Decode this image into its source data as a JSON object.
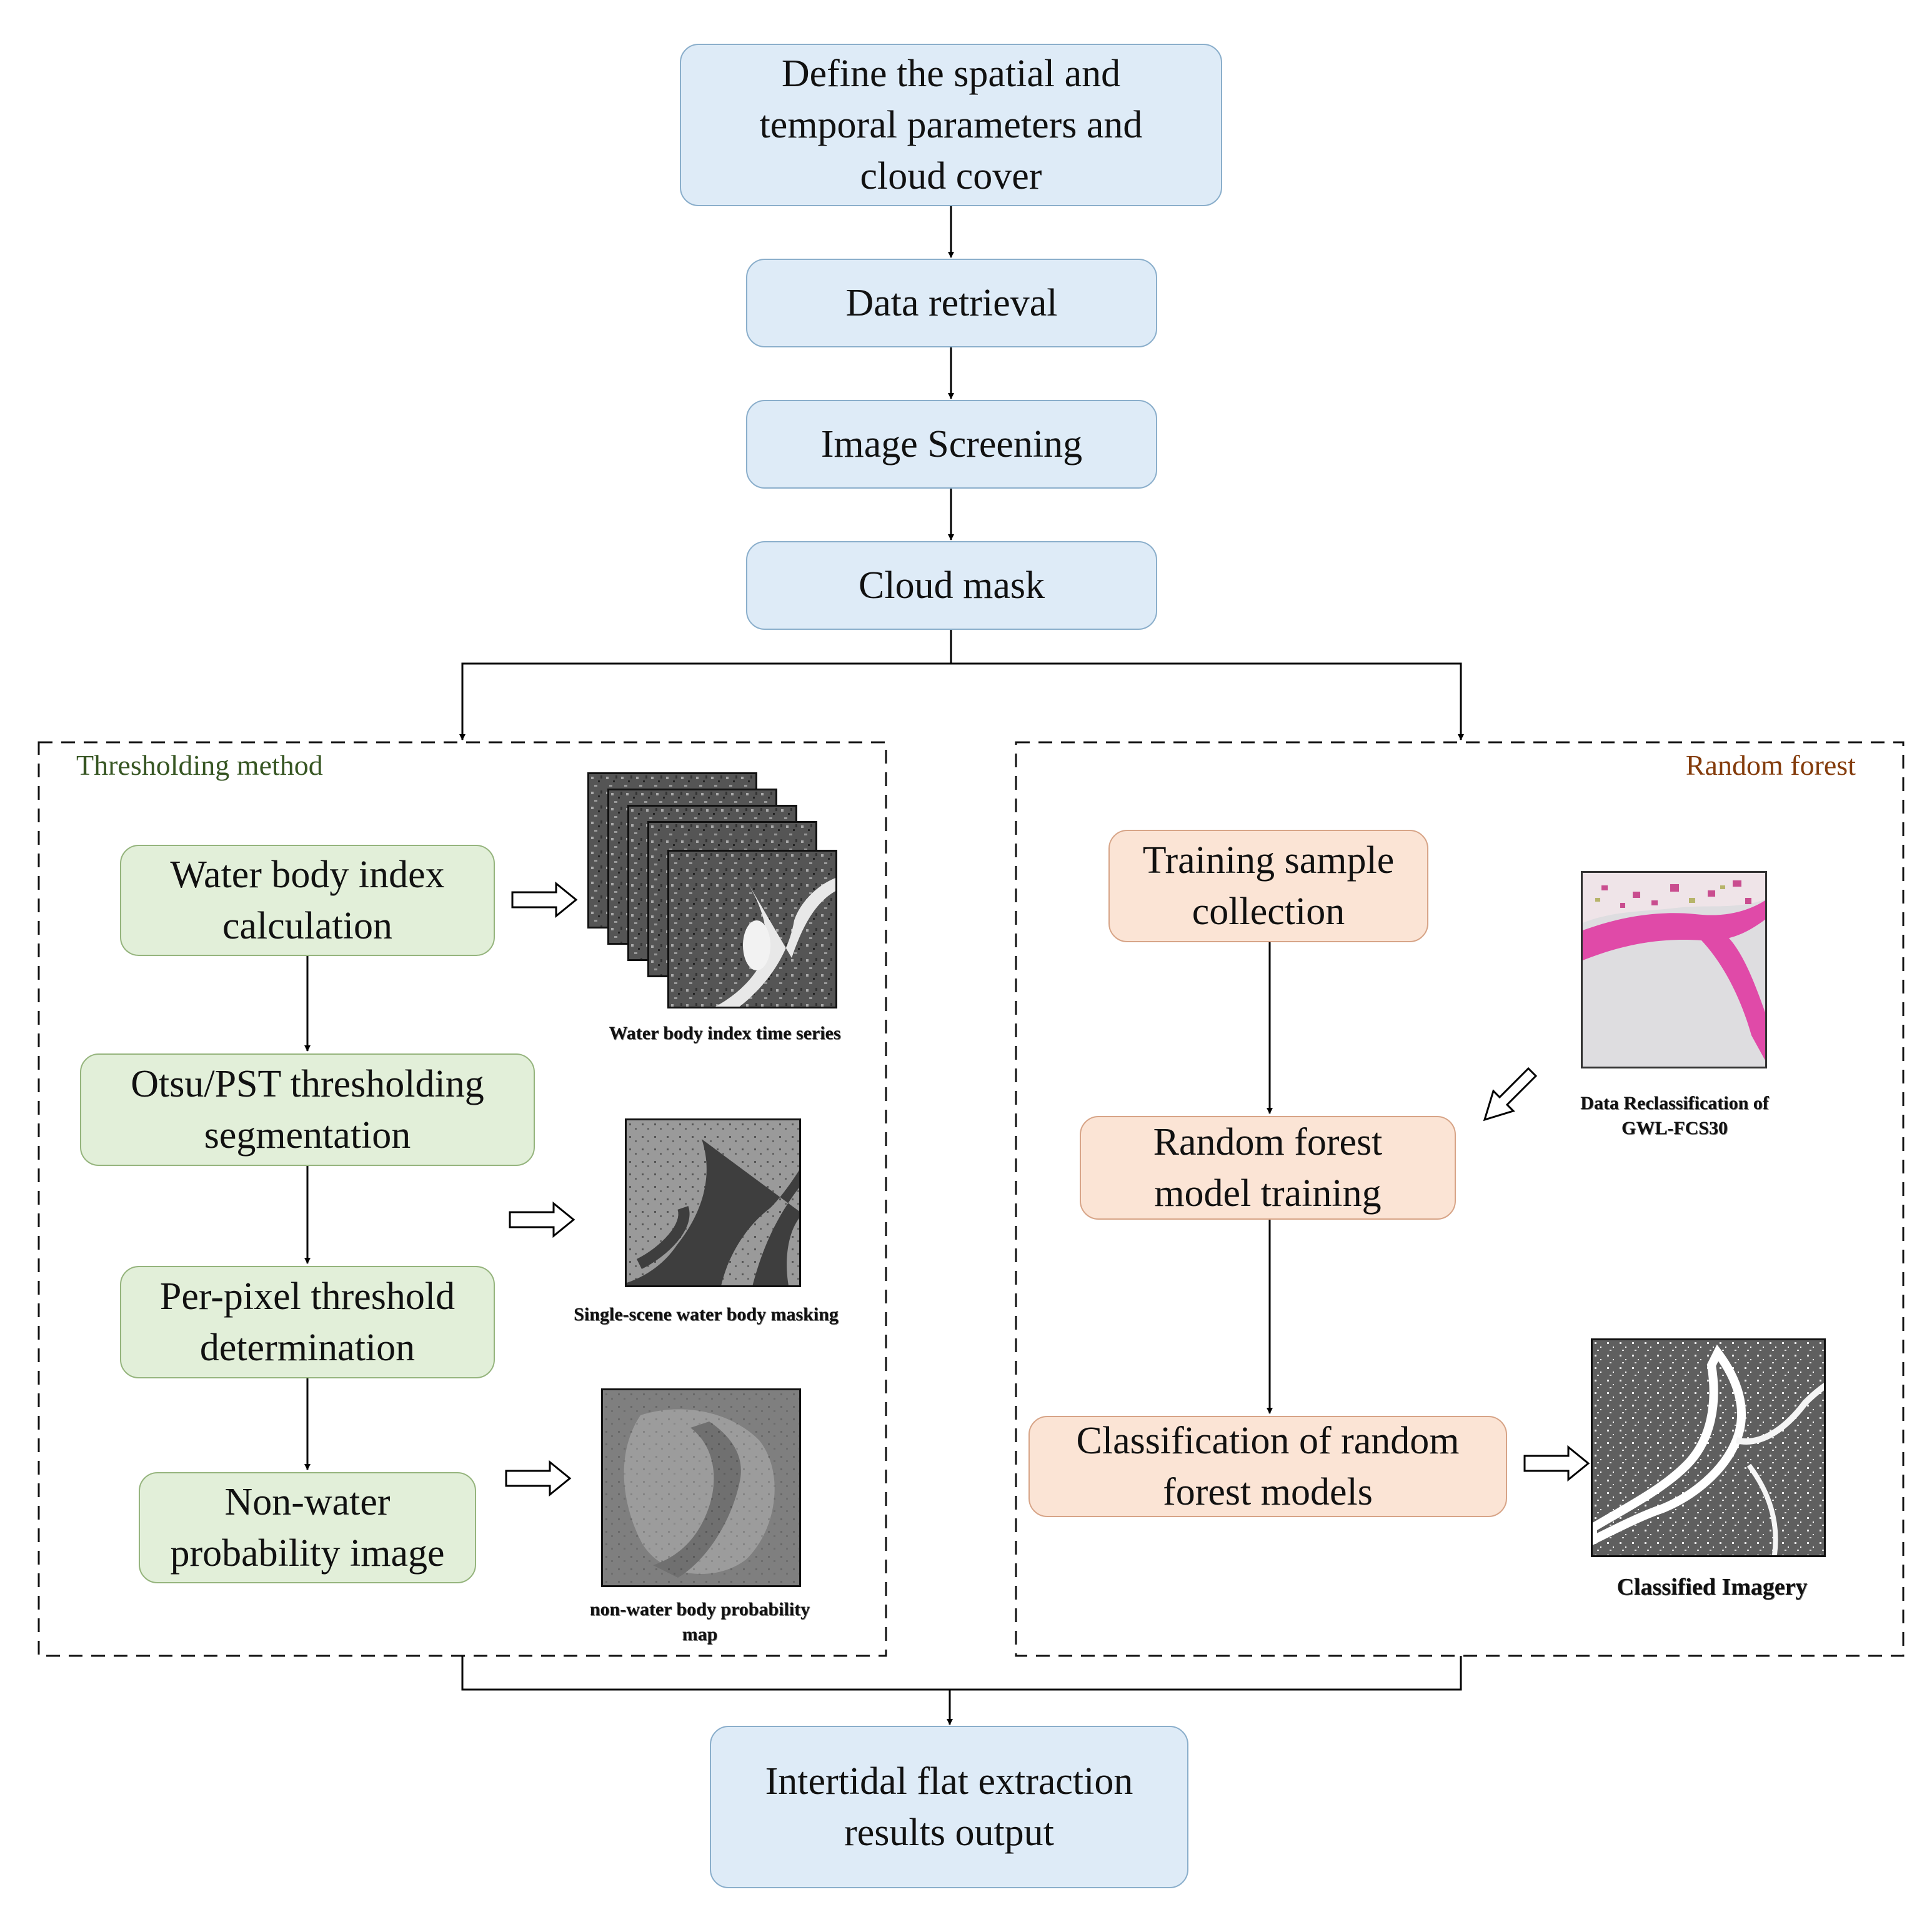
{
  "colors": {
    "main_fill": "#deebf7",
    "threshold_fill": "#e2efd9",
    "forest_fill": "#fbe4d5",
    "threshold_label": "#375623",
    "forest_label": "#843c0c"
  },
  "main_steps": {
    "define_parameters": "Define the spatial and\ntemporal parameters and\ncloud cover",
    "data_retrieval": "Data retrieval",
    "image_screening": "Image Screening",
    "cloud_mask": "Cloud mask",
    "output": "Intertidal flat extraction\nresults output"
  },
  "thresholding": {
    "label": "Thresholding method",
    "steps": {
      "water_index": "Water body index\ncalculation",
      "otsu_pst": "Otsu/PST thresholding\nsegmentation",
      "per_pixel": "Per-pixel threshold\ndetermination",
      "non_water": "Non-water\nprobability image"
    },
    "captions": {
      "time_series": "Water body index time series",
      "single_scene": "Single-scene water body masking",
      "probability_map": "non-water body probability\nmap"
    }
  },
  "random_forest": {
    "label": "Random forest",
    "steps": {
      "training_sample": "Training sample\ncollection",
      "model_training": "Random forest\nmodel training",
      "classification": "Classification of random\nforest models"
    },
    "captions": {
      "reclassification": "Data Reclassification of\nGWL-FCS30",
      "classified": "Classified Imagery"
    }
  }
}
